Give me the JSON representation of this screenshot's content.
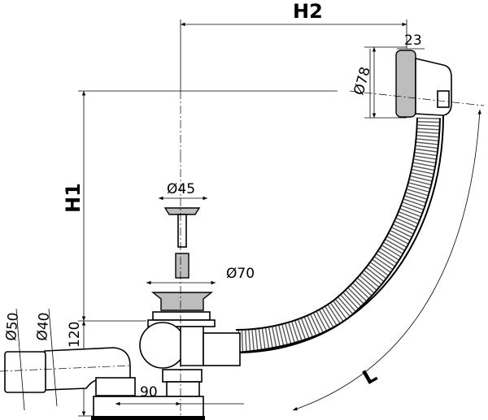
{
  "dimensions": {
    "h2": "H2",
    "h1": "H1",
    "flange_width": "23",
    "overflow_diameter": "Ø78",
    "stopper_diameter": "Ø45",
    "drain_diameter": "Ø70",
    "outlet_outer_diameter": "Ø50",
    "outlet_inner_diameter": "Ø40",
    "trap_height": "120",
    "outlet_offset": "90",
    "hose_length": "L"
  }
}
